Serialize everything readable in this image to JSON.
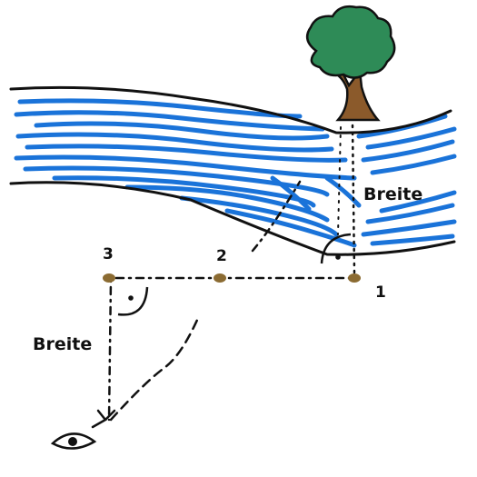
{
  "diagram": {
    "labels": {
      "width_river": "Breite",
      "width_land": "Breite",
      "point_1": "1",
      "point_2": "2",
      "point_3": "3"
    },
    "colors": {
      "water": "#1a73d9",
      "bank": "#111111",
      "tree_crown": "#2e8b57",
      "tree_trunk": "#8b5a2b",
      "stake": "#8b6b32",
      "line": "#111111"
    },
    "icons": [
      "tree-icon",
      "eye-icon",
      "right-angle-icon"
    ]
  }
}
